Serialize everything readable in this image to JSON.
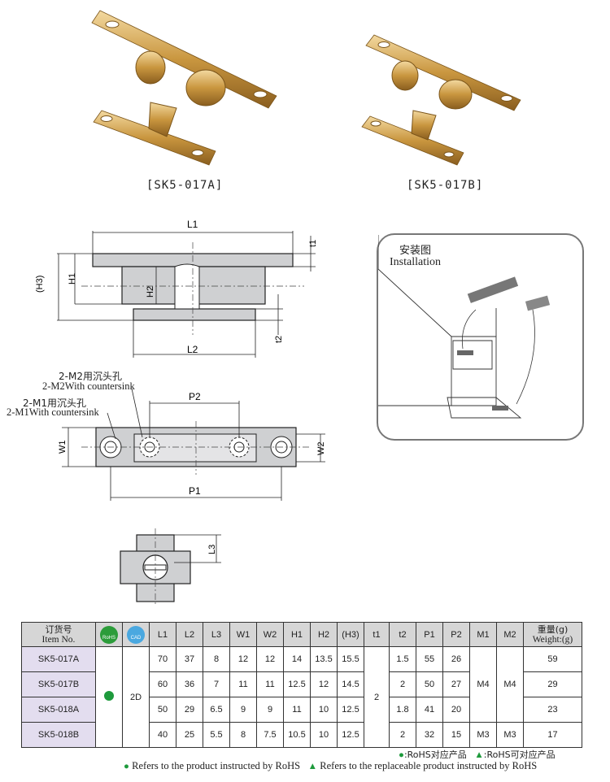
{
  "products": [
    {
      "caption": "[SK5-017A]"
    },
    {
      "caption": "[SK5-017B]"
    }
  ],
  "installation": {
    "title_cn": "安装图",
    "title_en": "Installation"
  },
  "drawing_labels": {
    "L1": "L1",
    "L2": "L2",
    "L3": "L3",
    "H1": "H1",
    "H2": "H2",
    "H3": "(H3)",
    "t1": "t1",
    "t2": "t2",
    "W1": "W1",
    "W2": "W2",
    "P1": "P1",
    "P2": "P2",
    "m2_cn": "2-M2用沉头孔",
    "m2_en": "2-M2With countersink",
    "m1_cn": "2-M1用沉头孔",
    "m1_en": "2-M1With countersink"
  },
  "table": {
    "header": {
      "item_cn": "订货号",
      "item_en": "Item No.",
      "rohs_badge": "RoHS",
      "cad_badge": "CAD",
      "cols": [
        "L1",
        "L2",
        "L3",
        "W1",
        "W2",
        "H1",
        "H2",
        "(H3)",
        "t1",
        "t2",
        "P1",
        "P2",
        "M1",
        "M2"
      ],
      "weight_cn": "重量(g)",
      "weight_en": "Weight:(g)"
    },
    "cad_value": "2D",
    "t1_value": "2",
    "rows": [
      {
        "item": "SK5-017A",
        "L1": "70",
        "L2": "37",
        "L3": "8",
        "W1": "12",
        "W2": "12",
        "H1": "14",
        "H2": "13.5",
        "H3": "15.5",
        "t2": "1.5",
        "P1": "55",
        "P2": "26",
        "weight": "59"
      },
      {
        "item": "SK5-017B",
        "L1": "60",
        "L2": "36",
        "L3": "7",
        "W1": "11",
        "W2": "11",
        "H1": "12.5",
        "H2": "12",
        "H3": "14.5",
        "t2": "2",
        "P1": "50",
        "P2": "27",
        "weight": "29"
      },
      {
        "item": "SK5-018A",
        "L1": "50",
        "L2": "29",
        "L3": "6.5",
        "W1": "9",
        "W2": "9",
        "H1": "11",
        "H2": "10",
        "H3": "12.5",
        "t2": "1.8",
        "P1": "41",
        "P2": "20",
        "weight": "23"
      },
      {
        "item": "SK5-018B",
        "L1": "40",
        "L2": "25",
        "L3": "5.5",
        "W1": "8",
        "W2": "7.5",
        "H1": "10.5",
        "H2": "10",
        "H3": "12.5",
        "t2": "2",
        "P1": "32",
        "P2": "15",
        "weight": "17"
      }
    ],
    "m_large": "M4",
    "m_small": "M3"
  },
  "legend": {
    "rohs_cn": ":RoHS对应产品",
    "replace_cn": ":RoHS可对应产品",
    "rohs_en": "Refers to the product instructed by RoHS",
    "replace_en": "Refers to the replaceable product instructed by RoHS",
    "green": "#1e9a3c"
  }
}
